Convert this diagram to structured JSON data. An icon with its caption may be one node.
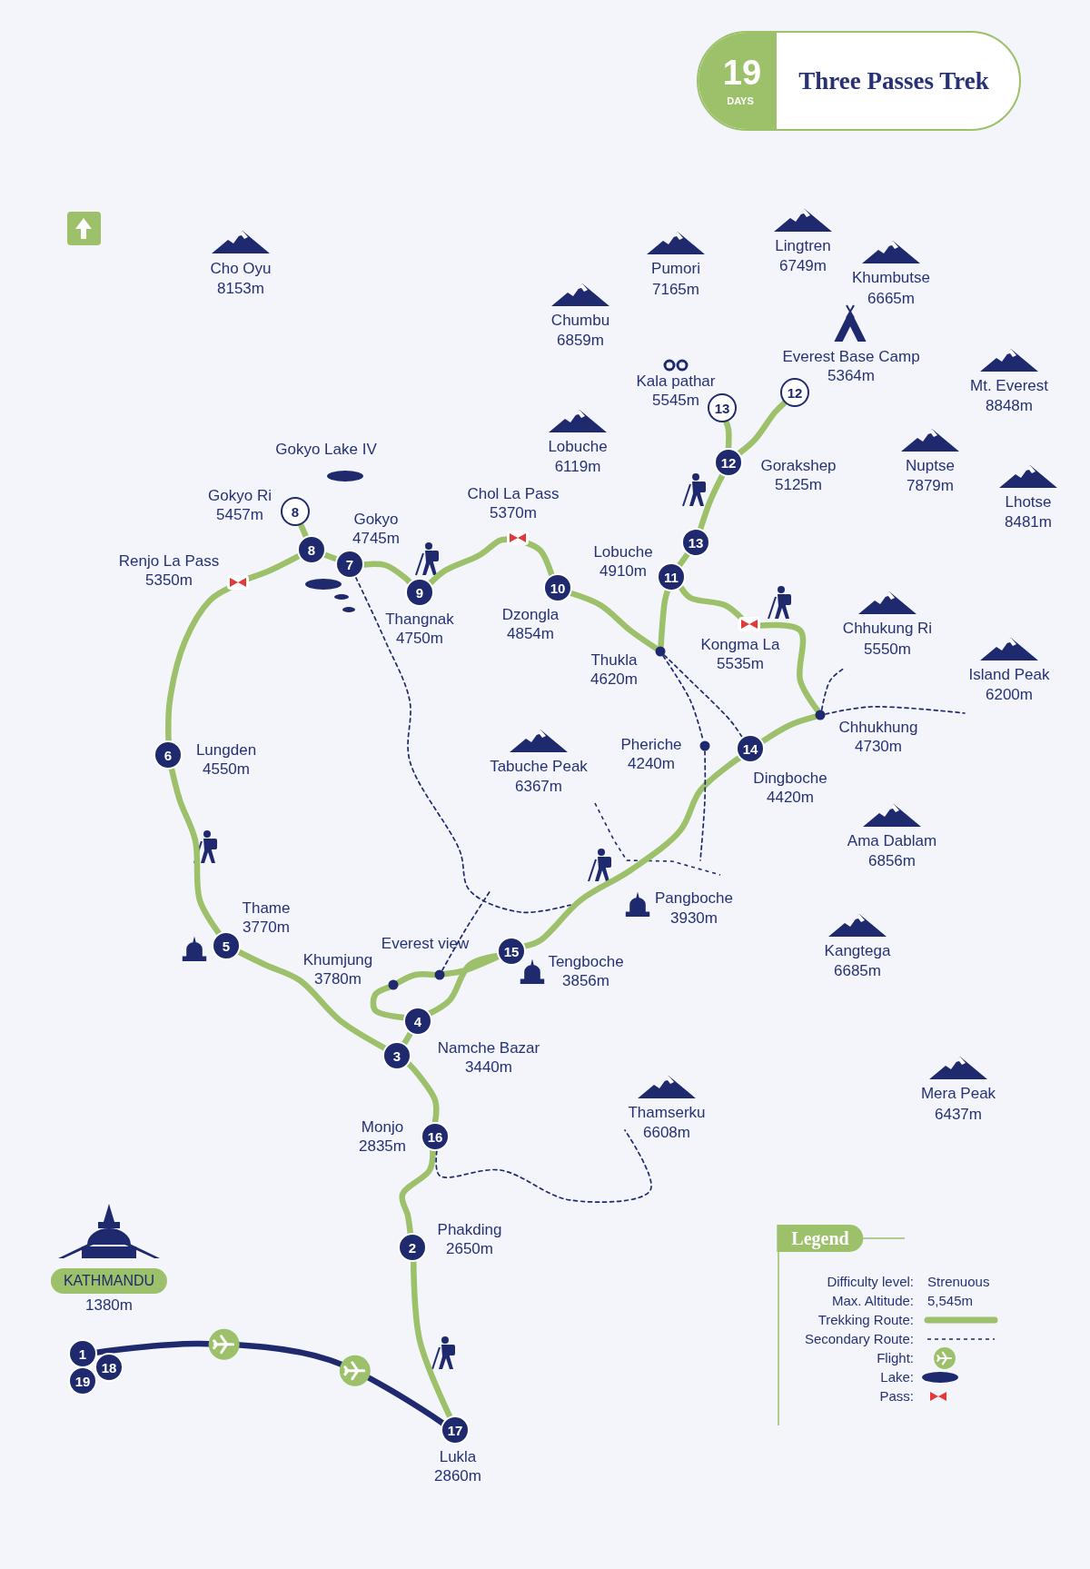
{
  "diagram": {
    "title": "Three Passes Trek",
    "nodes": [
      {
        "text": [
          "KATHMANDU"
        ],
        "beside": [
          "1380m"
        ]
      },
      {
        "text": [
          "1"
        ]
      },
      {
        "text": [
          "18"
        ]
      },
      {
        "text": [
          "19"
        ]
      },
      {
        "text": [
          "17"
        ],
        "beside": [
          "Lukla",
          "2860m"
        ]
      },
      {
        "text": [
          "2"
        ],
        "beside": [
          "Phakding",
          "2650m"
        ]
      },
      {
        "text": [
          "16"
        ],
        "beside": [
          "Monjo",
          "2835m"
        ]
      },
      {
        "text": [
          "3"
        ],
        "beside": [
          "Namche Bazar",
          "3440m"
        ]
      },
      {
        "text": [
          "4"
        ]
      },
      {
        "text": [
          "5"
        ],
        "beside": [
          "Thame",
          "3770m"
        ]
      },
      {
        "text": [
          "6"
        ],
        "beside": [
          "Lungden",
          "4550m"
        ]
      },
      {
        "text": [],
        "shape": "picture",
        "beside": [
          "Renjo La Pass",
          "5350m"
        ]
      },
      {
        "text": [
          "8"
        ]
      },
      {
        "text": [
          "7"
        ],
        "beside": [
          "Gokyo",
          "4745m"
        ]
      },
      {
        "text": [
          "8"
        ],
        "beside": [
          "Gokyo Ri",
          "5457m"
        ]
      },
      {
        "text": [
          "9"
        ],
        "beside": [
          "Thangnak",
          "4750m"
        ]
      },
      {
        "text": [],
        "shape": "picture",
        "beside": [
          "Chol La Pass",
          "5370m"
        ]
      },
      {
        "text": [
          "10"
        ],
        "beside": [
          "Dzongla",
          "4854m"
        ]
      },
      {
        "text": [],
        "shape": "circle",
        "beside": [
          "Thukla",
          "4620m"
        ]
      },
      {
        "text": [
          "11"
        ],
        "beside": [
          "Lobuche",
          "4910m"
        ]
      },
      {
        "text": [
          "13"
        ]
      },
      {
        "text": [
          "12"
        ],
        "beside": [
          "Gorakshep",
          "5125m"
        ]
      },
      {
        "text": [
          "13"
        ],
        "beside": [
          "Kala pathar",
          "5545m"
        ]
      },
      {
        "text": [
          "12"
        ],
        "beside": [
          "Everest Base Camp",
          "5364m"
        ]
      },
      {
        "text": [],
        "shape": "picture",
        "beside": [
          "Kongma La",
          "5535m"
        ]
      },
      {
        "text": [],
        "shape": "circle",
        "beside": [
          "Chhukhung",
          "4730m"
        ]
      },
      {
        "text": [
          "14"
        ],
        "beside": [
          "Dingboche",
          "4420m"
        ]
      },
      {
        "text": [],
        "shape": "circle",
        "beside": [
          "Pheriche",
          "4240m"
        ]
      },
      {
        "text": [
          "15"
        ],
        "beside": [
          "Tengboche",
          "3856m"
        ]
      },
      {
        "text": [],
        "shape": "circle",
        "beside": [
          "Everest view"
        ]
      },
      {
        "text": [],
        "shape": "circle",
        "beside": [
          "Khumjung",
          "3780m"
        ]
      }
    ],
    "edges": [
      {
        "from": 1,
        "to": 4,
        "arrow": "none",
        "color": "#1f2a6e"
      },
      {
        "from": 4,
        "to": 5,
        "arrow": "none"
      },
      {
        "from": 5,
        "to": 6,
        "arrow": "none"
      },
      {
        "from": 6,
        "to": 7,
        "arrow": "none"
      },
      {
        "from": 7,
        "to": 9,
        "arrow": "none"
      },
      {
        "from": 9,
        "to": 10,
        "arrow": "none"
      },
      {
        "from": 10,
        "to": 11,
        "arrow": "none"
      },
      {
        "from": 11,
        "to": 12,
        "arrow": "none"
      },
      {
        "from": 12,
        "to": 13,
        "arrow": "none"
      },
      {
        "from": 13,
        "to": 15,
        "arrow": "none"
      },
      {
        "from": 15,
        "to": 16,
        "arrow": "none"
      },
      {
        "from": 16,
        "to": 17,
        "arrow": "none"
      },
      {
        "from": 17,
        "to": 18,
        "arrow": "none"
      },
      {
        "from": 18,
        "to": 19,
        "arrow": "none"
      },
      {
        "from": 19,
        "to": 20,
        "arrow": "none"
      },
      {
        "from": 20,
        "to": 21,
        "arrow": "none"
      },
      {
        "from": 21,
        "to": 22,
        "arrow": "none"
      },
      {
        "from": 21,
        "to": 23,
        "arrow": "none"
      },
      {
        "from": 19,
        "to": 24,
        "arrow": "none"
      },
      {
        "from": 24,
        "to": 25,
        "arrow": "none"
      },
      {
        "from": 25,
        "to": 26,
        "arrow": "none"
      },
      {
        "from": 26,
        "to": 28,
        "arrow": "none"
      },
      {
        "from": 28,
        "to": 8,
        "arrow": "none"
      },
      {
        "from": 8,
        "to": 7,
        "arrow": "none"
      },
      {
        "from": 12,
        "to": 14,
        "arrow": "none"
      },
      {
        "from": 8,
        "to": 30,
        "arrow": "none"
      },
      {
        "from": 30,
        "to": 29,
        "arrow": "none"
      },
      {
        "from": 29,
        "to": 28,
        "arrow": "none"
      },
      {
        "from": 18,
        "to": 27,
        "arrow": "none",
        "style": "dashed",
        "color": "#1f2a6e"
      },
      {
        "from": 18,
        "to": 26,
        "arrow": "none",
        "style": "dashed",
        "color": "#1f2a6e"
      },
      {
        "from": 27,
        "to": null,
        "arrow": "none",
        "style": "dashed",
        "color": "#1f2a6e"
      },
      {
        "from": 13,
        "to": null,
        "arrow": "none",
        "style": "dashed",
        "color": "#1f2a6e"
      },
      {
        "from": 29,
        "to": null,
        "arrow": "none",
        "style": "dashed",
        "color": "#1f2a6e"
      },
      {
        "from": 25,
        "to": null,
        "arrow": "none",
        "style": "dashed",
        "color": "#1f2a6e"
      },
      {
        "from": 25,
        "to": null,
        "arrow": "none",
        "style": "dashed",
        "color": "#1f2a6e"
      },
      {
        "from": 6,
        "to": null,
        "arrow": "none",
        "style": "dashed",
        "color": "#1f2a6e"
      }
    ],
    "labels": [
      "19",
      "DAYS",
      "Cho Oyu",
      "8153m",
      "Pumori",
      "7165m",
      "Lingtren",
      "6749m",
      "Khumbutse",
      "6665m",
      "Chumbu",
      "6859m",
      "Mt. Everest",
      "8848m",
      "Gokyo Lake IV",
      "Lobuche",
      "6119m",
      "Nuptse",
      "7879m",
      "Lhotse",
      "8481m",
      "Chhukung Ri",
      "5550m",
      "Island Peak",
      "6200m",
      "Tabuche Peak",
      "6367m",
      "Ama Dablam",
      "6856m",
      "Pangboche",
      "3930m",
      "Kangtega",
      "6685m",
      "Thamserku",
      "6608m",
      "Mera Peak",
      "6437m",
      "Legend",
      "Difficulty level:",
      "Strenuous",
      "Max. Altitude:",
      "5,545m"
    ],
    "legend": [
      {
        "text": "Trekking Route:"
      },
      {
        "text": "Secondary Route:"
      },
      {
        "text": "Flight:"
      },
      {
        "text": "Lake:"
      },
      {
        "text": "Pass:"
      }
    ]
  }
}
